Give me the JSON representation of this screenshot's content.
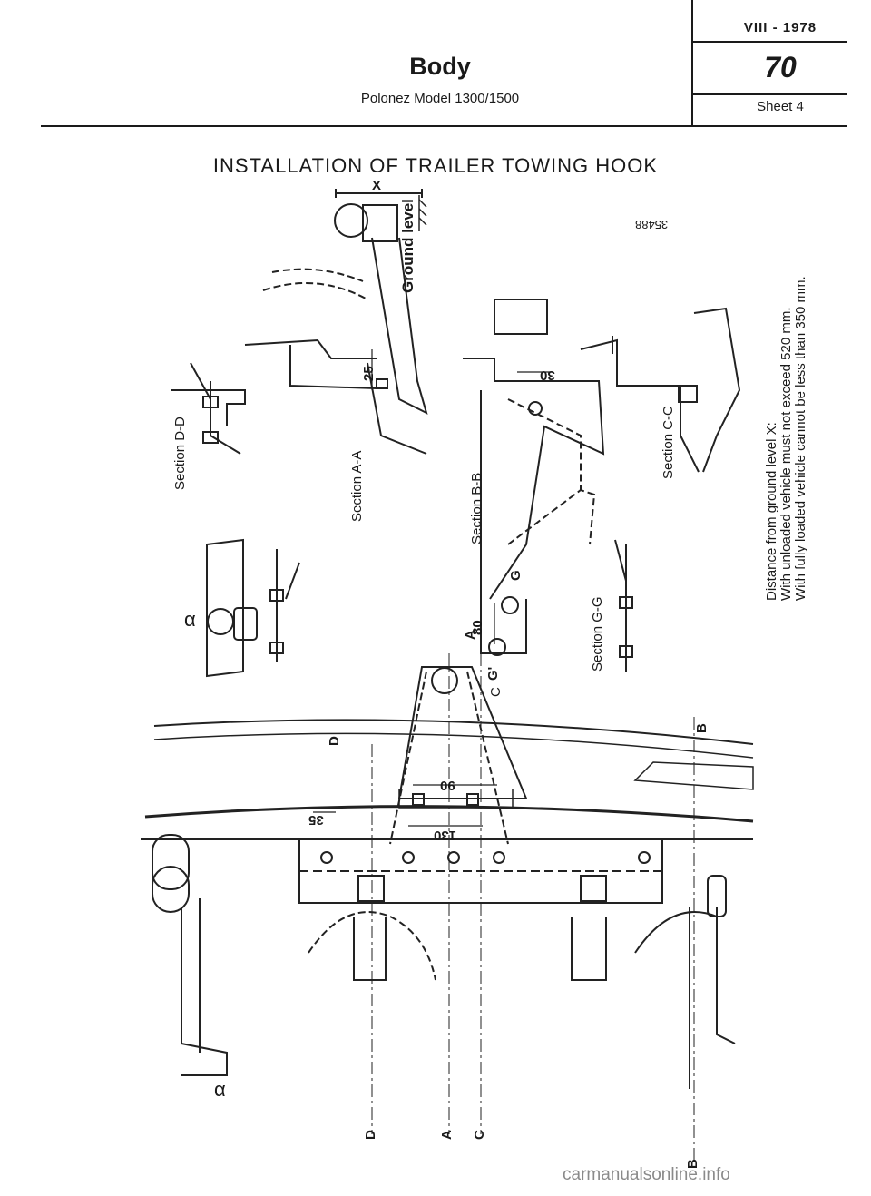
{
  "header": {
    "title": "Body",
    "subtitle": "Polonez Model 1300/1500",
    "revision": "VIII - 1978",
    "group_number": "70",
    "sheet": "Sheet 4"
  },
  "page_heading": "INSTALLATION OF TRAILER TOWING HOOK",
  "drawing_number": "35488",
  "labels": {
    "ground_level": "Ground level",
    "section_dd": "Section D-D",
    "section_aa": "Section A-A",
    "section_bb": "Section B-B",
    "section_cc": "Section C-C",
    "section_gg": "Section G-G",
    "alpha_top": "α",
    "alpha_bottom": "α"
  },
  "dimensions": {
    "x": "X",
    "d25": "25",
    "d30": "30",
    "d80": "80",
    "d90": "90",
    "d130": "130",
    "d35": "35"
  },
  "markers": {
    "a_upper": "A",
    "g": "G",
    "g_prime": "G'",
    "c_upper": "C",
    "d_upper": "D",
    "b_upper": "B",
    "d_lower": "D",
    "a_lower": "A",
    "c_lower": "C",
    "b_lower": "B"
  },
  "distance_note": {
    "line1": "Distance from ground level X:",
    "line2": "With unloaded vehicle must not exceed 520 mm.",
    "line3": "With fully loaded vehicle cannot be less than 350 mm."
  },
  "watermark": "carmanualsonline.info"
}
